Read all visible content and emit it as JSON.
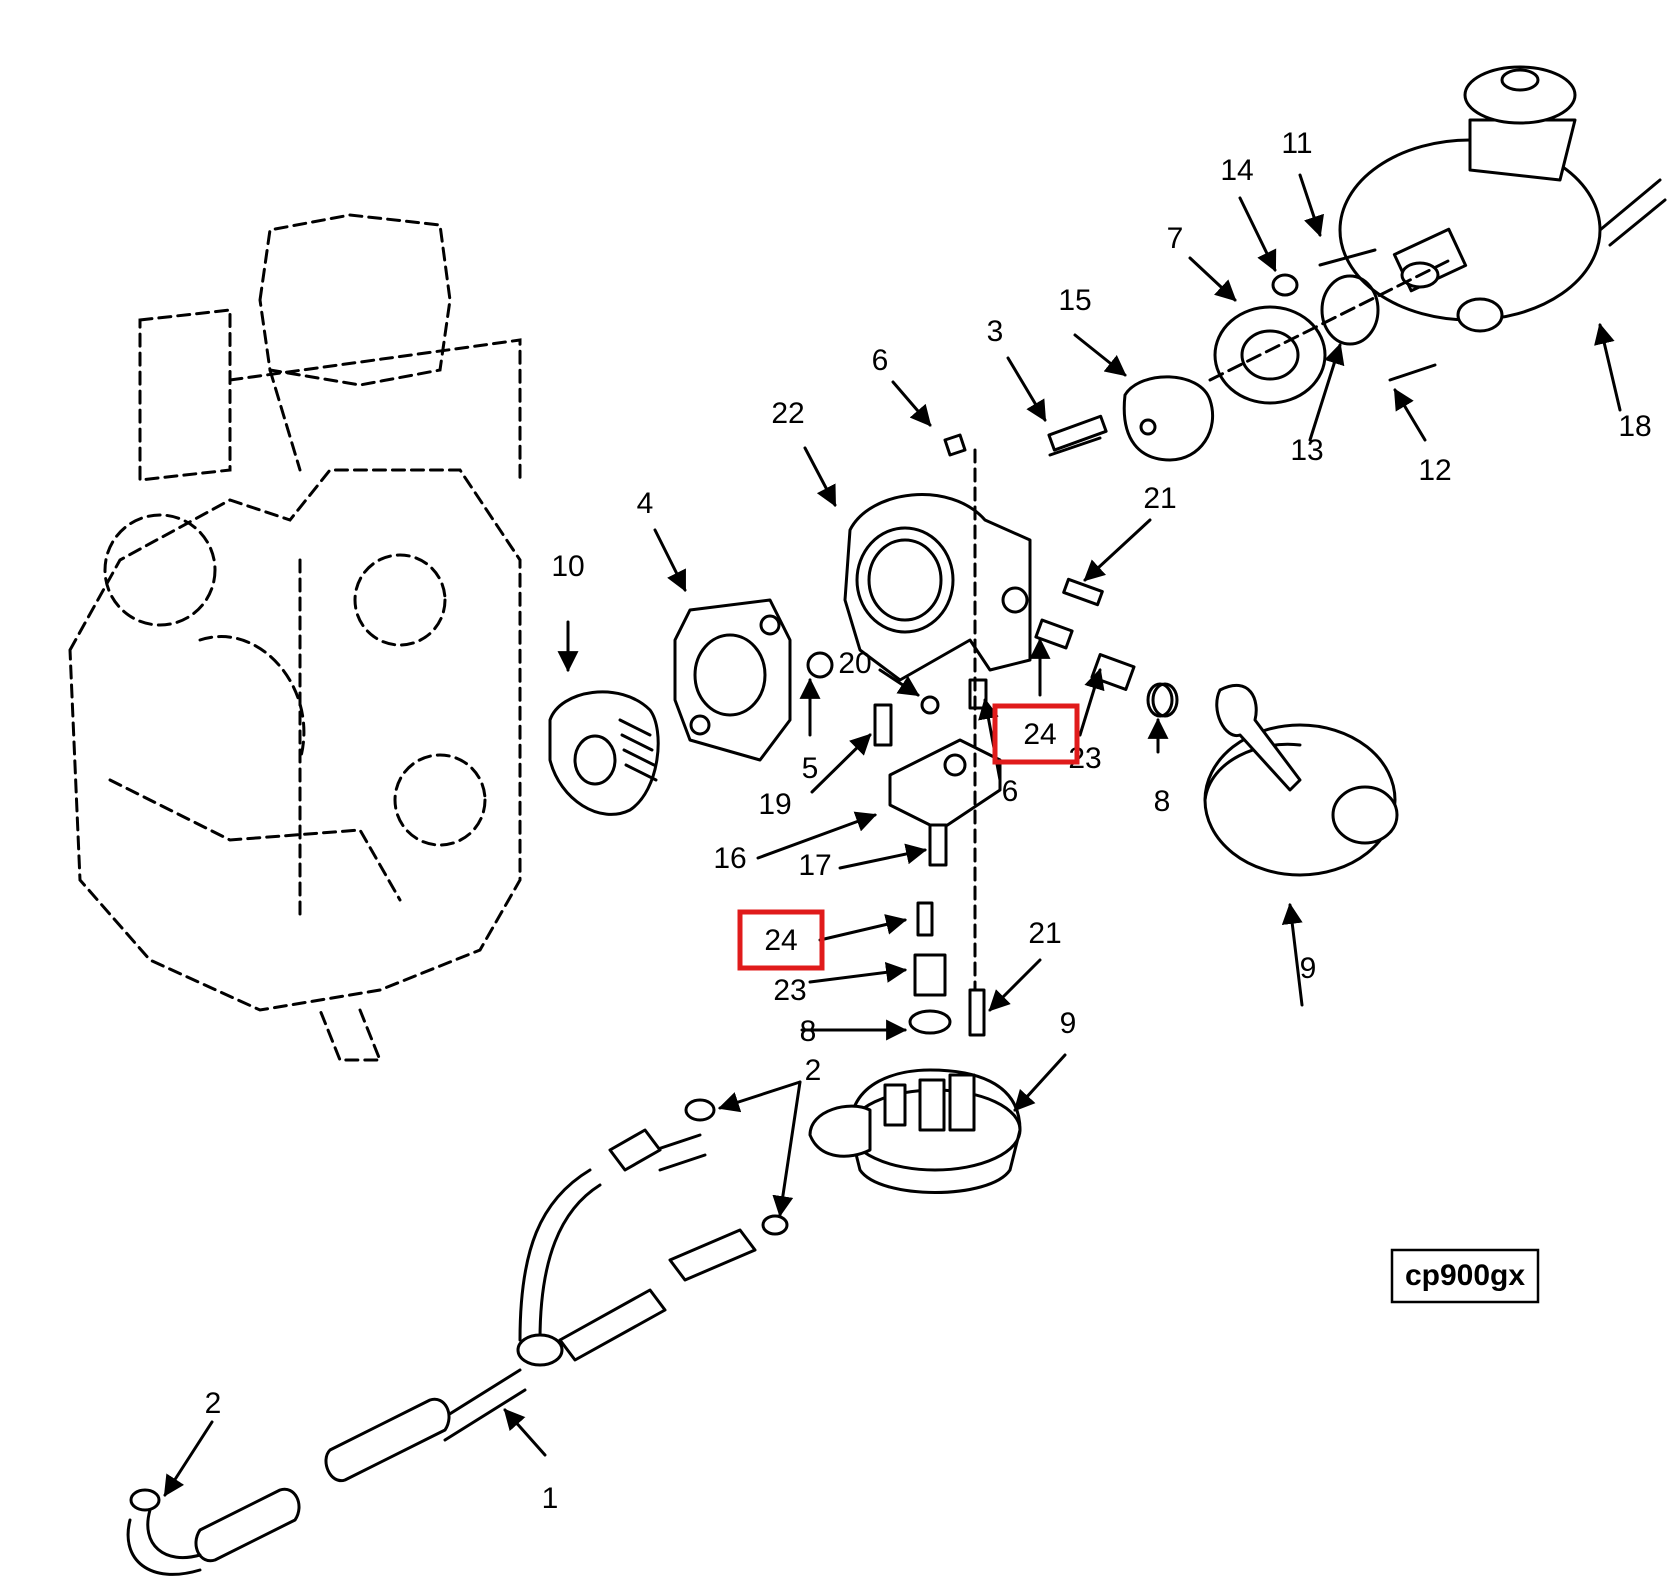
{
  "diagram": {
    "reference_code": "cp900gx",
    "highlight_color": "#e01b1b",
    "callouts": {
      "c1": "1",
      "c2a": "2",
      "c2b": "2",
      "c3": "3",
      "c4": "4",
      "c5": "5",
      "c6a": "6",
      "c6b": "6",
      "c7": "7",
      "c8a": "8",
      "c8b": "8",
      "c9a": "9",
      "c9b": "9",
      "c10": "10",
      "c11": "11",
      "c12": "12",
      "c13": "13",
      "c14": "14",
      "c15": "15",
      "c16": "16",
      "c17": "17",
      "c18": "18",
      "c19": "19",
      "c20": "20",
      "c21a": "21",
      "c21b": "21",
      "c22": "22",
      "c23a": "23",
      "c23b": "23",
      "c24a": "24",
      "c24b": "24"
    }
  }
}
